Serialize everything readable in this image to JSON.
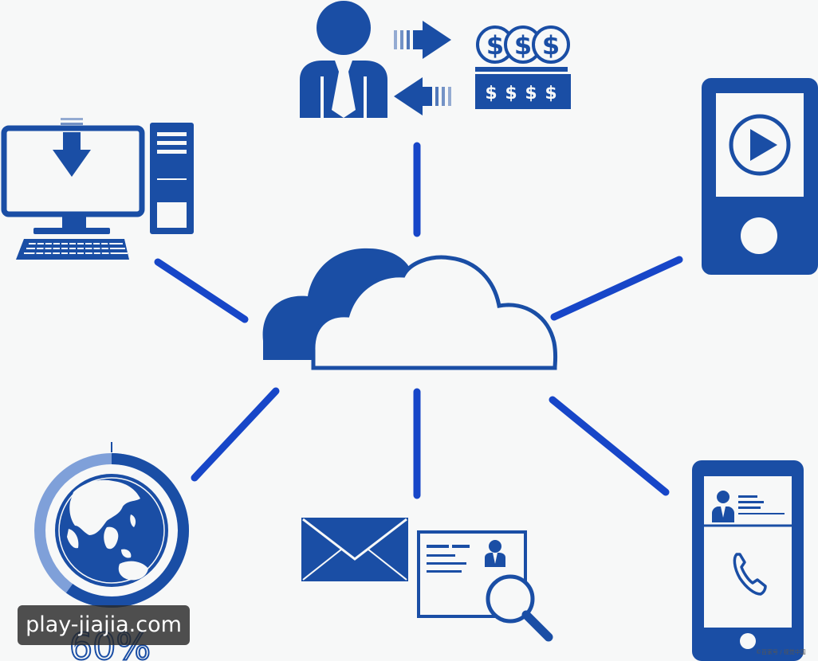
{
  "colors": {
    "primary_blue": "#1a4ea5",
    "line_blue": "#1746c8",
    "light_blue": "#7fa0d9",
    "background": "#f7f8f8"
  },
  "icons": {
    "center": "cloud-icon",
    "top": "user-money-exchange-icon",
    "top_left": "desktop-computer-download-icon",
    "right": "video-player-phone-icon",
    "bottom_left": "globe-progress-icon",
    "bottom": "mail-and-id-card-icon",
    "bottom_right": "mobile-contact-call-icon"
  },
  "globe": {
    "progress_label": "60%",
    "progress_value": 0.6
  },
  "watermark": {
    "text": "play-jiajia.com"
  },
  "credit": {
    "text": "©百家号 / 视觉中国"
  }
}
